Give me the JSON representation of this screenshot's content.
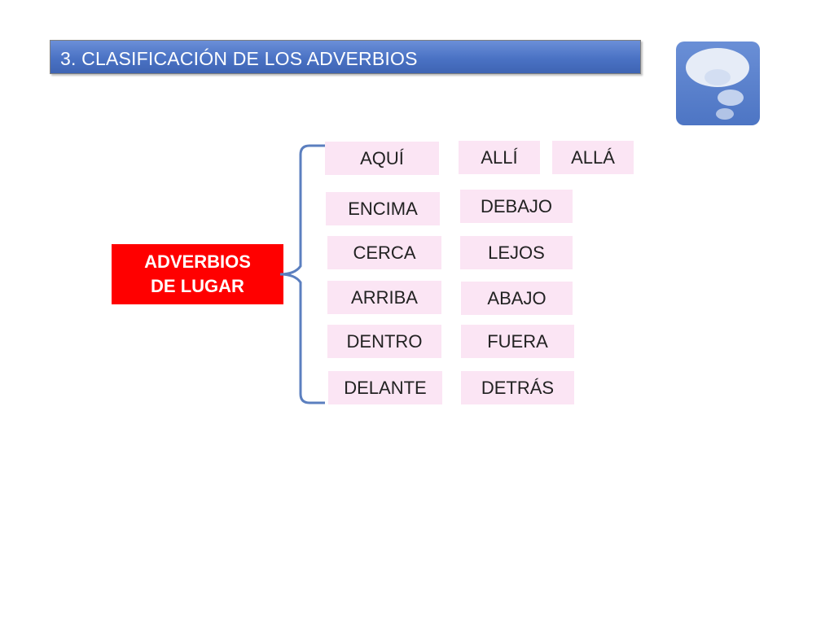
{
  "title": "3. CLASIFICACIÓN DE LOS ADVERBIOS",
  "icon": "thought-bubble-icon",
  "category": {
    "line1": "ADVERBIOS",
    "line2": "DE LUGAR"
  },
  "adverbs": [
    [
      "AQUÍ",
      "ALLÍ",
      "ALLÁ"
    ],
    [
      "ENCIMA",
      "DEBAJO"
    ],
    [
      "CERCA",
      "LEJOS"
    ],
    [
      "ARRIBA",
      "ABAJO"
    ],
    [
      "DENTRO",
      "FUERA"
    ],
    [
      "DELANTE",
      "DETRÁS"
    ]
  ],
  "colors": {
    "title_bar": "#4a72c4",
    "category_box": "#ff0000",
    "word_box": "#fbe5f4",
    "connector": "#5b7fbf"
  }
}
